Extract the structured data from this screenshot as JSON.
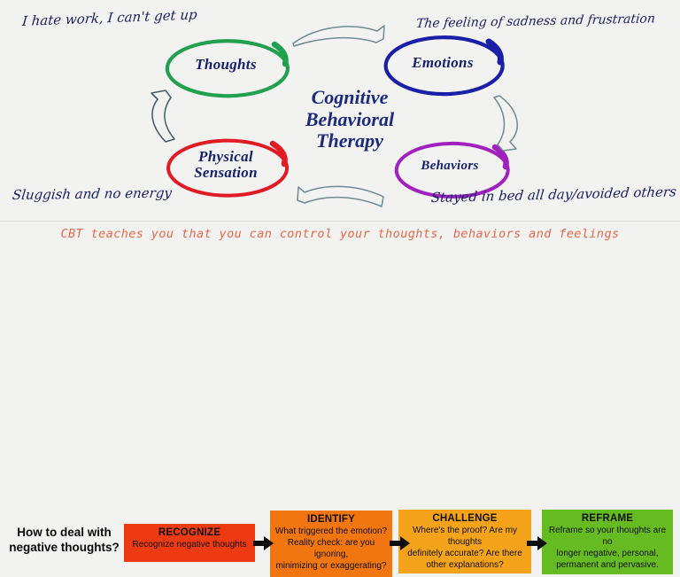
{
  "cycle": {
    "center_title": "Cognitive\nBehavioral\nTherapy",
    "nodes": [
      {
        "id": "thoughts",
        "label": "Thoughts",
        "color": "#22A04F",
        "annotation": "I hate work, I can't get up"
      },
      {
        "id": "emotions",
        "label": "Emotions",
        "color": "#1A1FA8",
        "annotation": "The feeling of sadness and frustration"
      },
      {
        "id": "physical",
        "label": "Physical\nSensation",
        "color": "#E01B24",
        "annotation": "Sluggish and no energy"
      },
      {
        "id": "behaviors",
        "label": "Behaviors",
        "color": "#A020C0",
        "annotation": "Stayed in bed all day/avoided others"
      }
    ],
    "annotations": {
      "top_left": "I hate work, I can't get up",
      "top_right": "The feeling of sadness and frustration",
      "bottom_left": "Sluggish and no energy",
      "bottom_right": "Stayed in bed all day/avoided others"
    },
    "arrow_color": "#6f8a90"
  },
  "tagline": {
    "text": "CBT teaches you that you can control your thoughts, behaviors and feelings",
    "color": "#e2694a"
  },
  "flow": {
    "question": "How to deal with\nnegative thoughts?",
    "steps": [
      {
        "title": "RECOGNIZE",
        "body": "Recognize negative thoughts",
        "color": "#EE3A12"
      },
      {
        "title": "IDENTIFY",
        "body": "What triggered the emotion?\nReality check: are you ignoring,\nminimizing or exaggerating?",
        "color": "#F2760F"
      },
      {
        "title": "CHALLENGE",
        "body": "Where's the proof? Are my thoughts\ndefinitely accurate? Are there\nother explanations?",
        "color": "#F5A31A"
      },
      {
        "title": "REFRAME",
        "body": "Reframe so your thoughts are no\nlonger negative, personal,\npermanent and pervasive.",
        "color": "#66BB22"
      }
    ],
    "arrow_color": "#0d0d0d"
  }
}
